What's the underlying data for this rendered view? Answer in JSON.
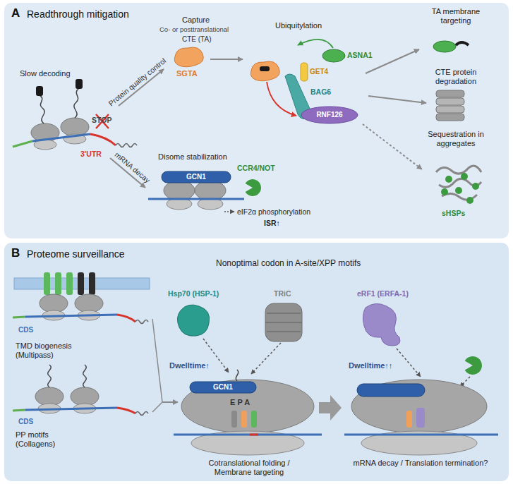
{
  "diagram": {
    "nodes": [
      {
        "text": [
          "A",
          "Readthrough mitigation"
        ]
      },
      {
        "text": [
          "SGTA"
        ],
        "in": 0
      },
      {
        "text": [
          "ASNA1"
        ],
        "in": 0
      },
      {
        "text": [
          "GET4"
        ],
        "in": 0
      },
      {
        "text": [
          "BAG6"
        ],
        "in": 0
      },
      {
        "text": [
          "RNF126"
        ],
        "in": 0
      },
      {
        "text": [
          "GCN1"
        ],
        "in": 0
      },
      {
        "text": [
          "B",
          "Proteome surveillance"
        ]
      },
      {
        "text": [
          "GCN1"
        ],
        "in": 7
      }
    ],
    "labels": [
      "Slow decoding",
      "STOP",
      "3'UTR",
      "Protein quality control",
      "mRNA decay",
      "Capture",
      "Co- or posttranslational",
      "CTE (TA)",
      "Ubiquitylation",
      "TA membrane targeting",
      "CTE protein degradation",
      "Sequestration in aggregates",
      "sHSPs",
      "Disome stabilization",
      "CCR4/NOT",
      "eIF2α phosphorylation",
      "ISR↑",
      "Nonoptimal codon in A-site/XPP motifs",
      "CDS",
      "TMD biogenesis (Multipass)",
      "CDS",
      "PP motifs (Collagens)",
      "Hsp70 (HSP-1)",
      "TRiC",
      "Dwelltime↑",
      "E P A",
      "Cotranslational folding / Membrane targeting",
      "eRF1 (ERFA-1)",
      "Dwelltime↑↑",
      "mRNA decay / Translation termination?"
    ]
  }
}
